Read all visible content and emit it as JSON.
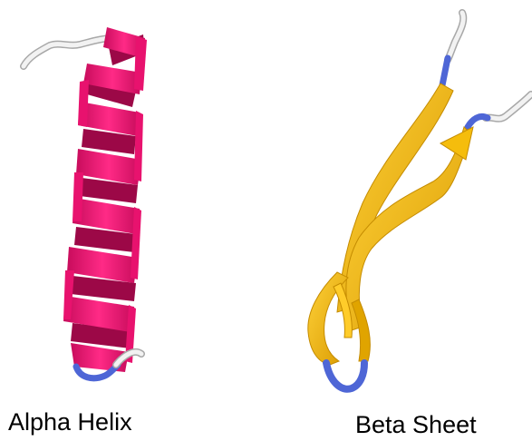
{
  "panels": [
    {
      "caption": "Alpha Helix",
      "structure_icon": "alpha-helix-ribbon",
      "ribbon_color": "#E8126E",
      "coil_color": "#E4E4E4",
      "turn_color": "#5068D8"
    },
    {
      "caption": "Beta Sheet",
      "structure_icon": "beta-sheet-ribbon",
      "ribbon_color": "#F2B400",
      "coil_color": "#E4E4E4",
      "turn_color": "#5068D8"
    }
  ]
}
